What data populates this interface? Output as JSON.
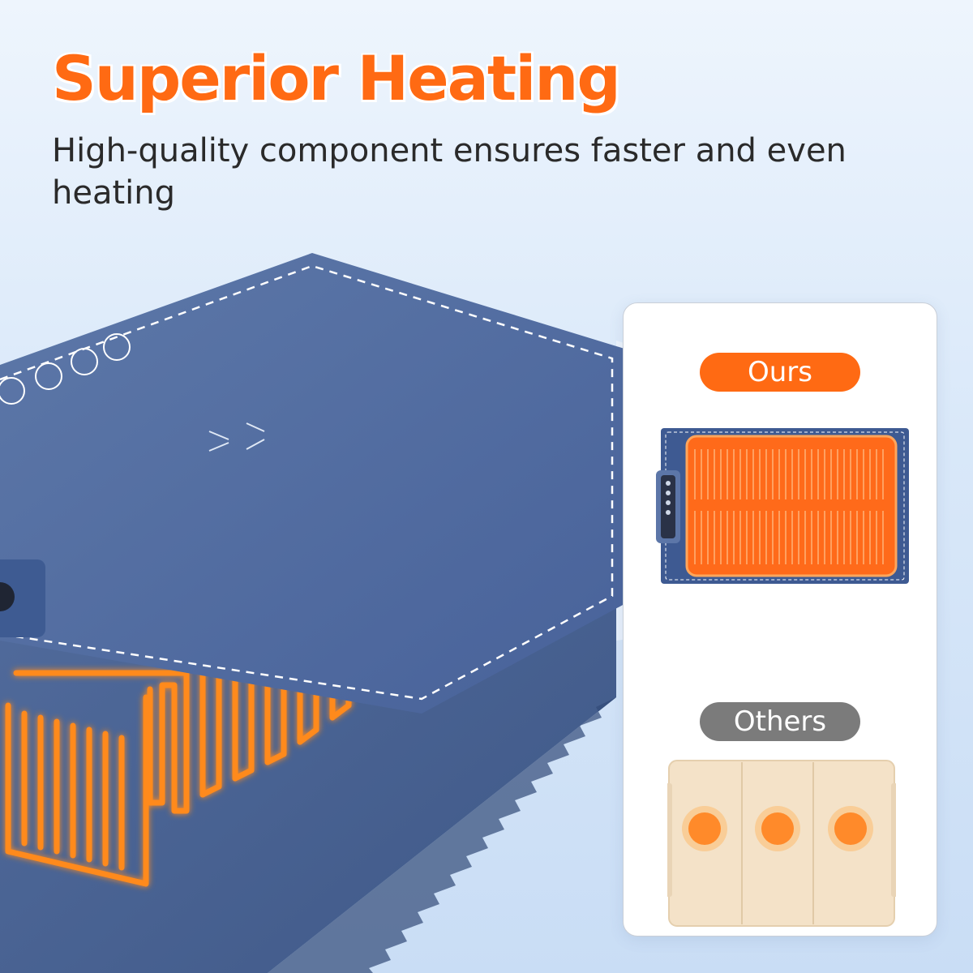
{
  "headline": "Superior Heating",
  "subheadline": "High-quality component ensures faster and even heating",
  "comparison": {
    "ours_label": "Ours",
    "others_label": "Others"
  },
  "colors": {
    "accent": "#ff6a13",
    "mat_blue": "#4a6392",
    "coil_orange": "#ff8a1e",
    "others_pill": "#7b7b7b"
  },
  "icons": [
    "heating-mat-illustration",
    "heating-coil-illustration",
    "control-panel-icon",
    "hot-spot-icon"
  ]
}
